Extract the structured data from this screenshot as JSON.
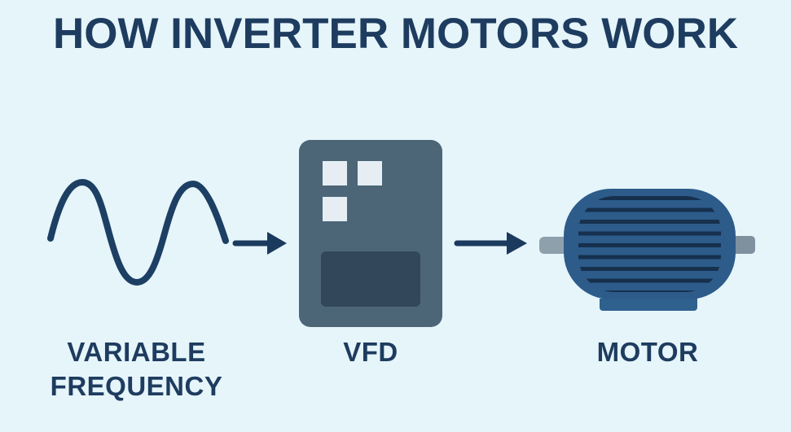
{
  "title": "HOW INVERTER MOTORS WORK",
  "flow": {
    "input": {
      "label_line1": "VARIABLE",
      "label_line2": "FREQUENCY"
    },
    "vfd": {
      "label": "VFD"
    },
    "motor": {
      "label": "MOTOR"
    }
  },
  "icons": {
    "input_signal": "sine-wave-icon",
    "flow_connector": "arrow-right-icon"
  },
  "colors": {
    "background": "#e6f5fa",
    "ink": "#1e3c5f",
    "wave": "#1c3f63",
    "arrow": "#1a3a5e",
    "vfd_body": "#4c6678",
    "vfd_button": "#e6eef4",
    "vfd_screen": "#32475a",
    "motor_body": "#2d5c8b",
    "motor_fin": "#16304d",
    "shaft_left": "#8fa0ad",
    "shaft_right": "#7f919e",
    "motor_base": "#2f618f"
  }
}
